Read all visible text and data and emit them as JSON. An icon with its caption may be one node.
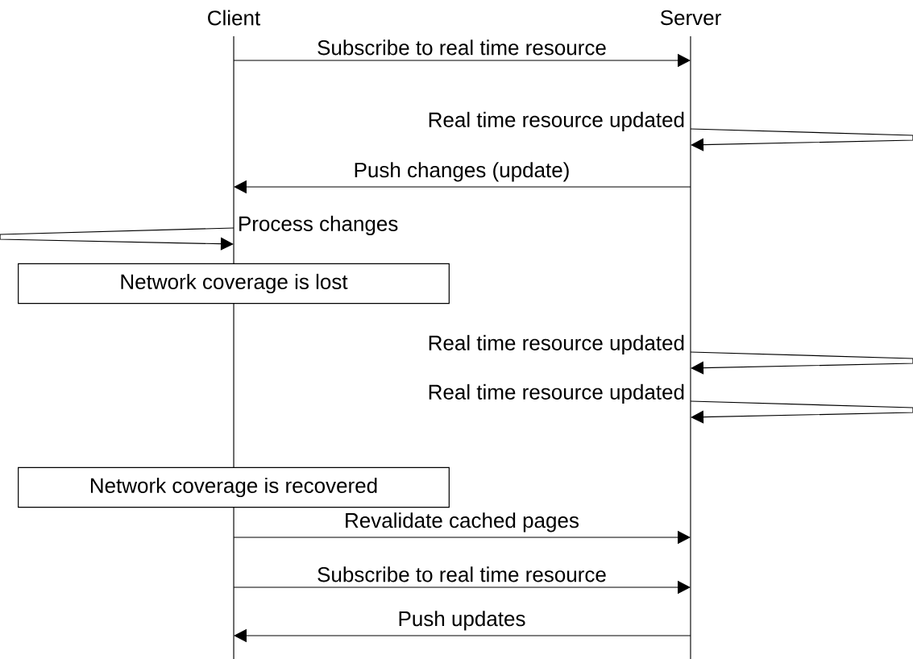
{
  "diagram": {
    "nodes": [
      {
        "text": [
          "Client"
        ]
      },
      {
        "text": [
          "Server"
        ]
      },
      {
        "text": [
          "Network coverage is lost"
        ]
      },
      {
        "text": [
          "Network coverage is recovered"
        ]
      }
    ],
    "edges": [
      {
        "from": 0,
        "to": 1,
        "arrow": "to",
        "label": "Subscribe to real time resource"
      },
      {
        "from": 1,
        "to": 1,
        "arrow": "to",
        "label": "Real time resource updated"
      },
      {
        "from": 1,
        "to": 0,
        "arrow": "to",
        "label": "Push changes (update)"
      },
      {
        "from": 0,
        "to": 0,
        "arrow": "to",
        "label": "Process changes"
      },
      {
        "from": 1,
        "to": 1,
        "arrow": "to",
        "label": "Real time resource updated"
      },
      {
        "from": 1,
        "to": 1,
        "arrow": "to",
        "label": "Real time resource updated"
      },
      {
        "from": 0,
        "to": 1,
        "arrow": "to",
        "label": "Revalidate cached pages"
      },
      {
        "from": 0,
        "to": 1,
        "arrow": "to",
        "label": "Subscribe to real time resource"
      },
      {
        "from": 1,
        "to": 0,
        "arrow": "to",
        "label": "Push updates"
      }
    ]
  }
}
